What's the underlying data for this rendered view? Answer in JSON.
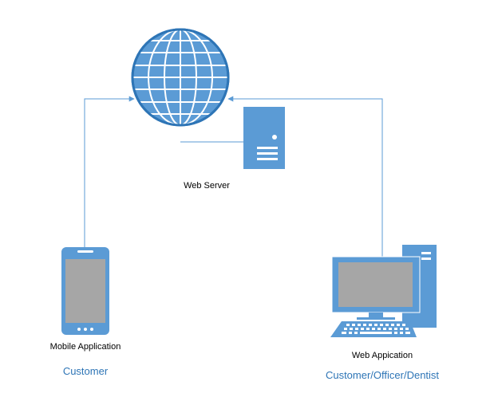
{
  "labels": {
    "web_server": "Web Server",
    "mobile_app": "Mobile Application",
    "web_app": "Web Appication",
    "mobile_role": "Customer",
    "web_role": "Customer/Officer/Dentist"
  },
  "icons": {
    "internet": "globe-icon",
    "server": "server-tower-icon",
    "mobile": "smartphone-icon",
    "desktop": "desktop-computer-icon"
  },
  "colors": {
    "icon_fill": "#5b9bd5",
    "icon_stroke": "#2e75b6",
    "connector": "#5b9bd5",
    "screen": "#a6a6a6",
    "role_text": "#2e75b6"
  }
}
